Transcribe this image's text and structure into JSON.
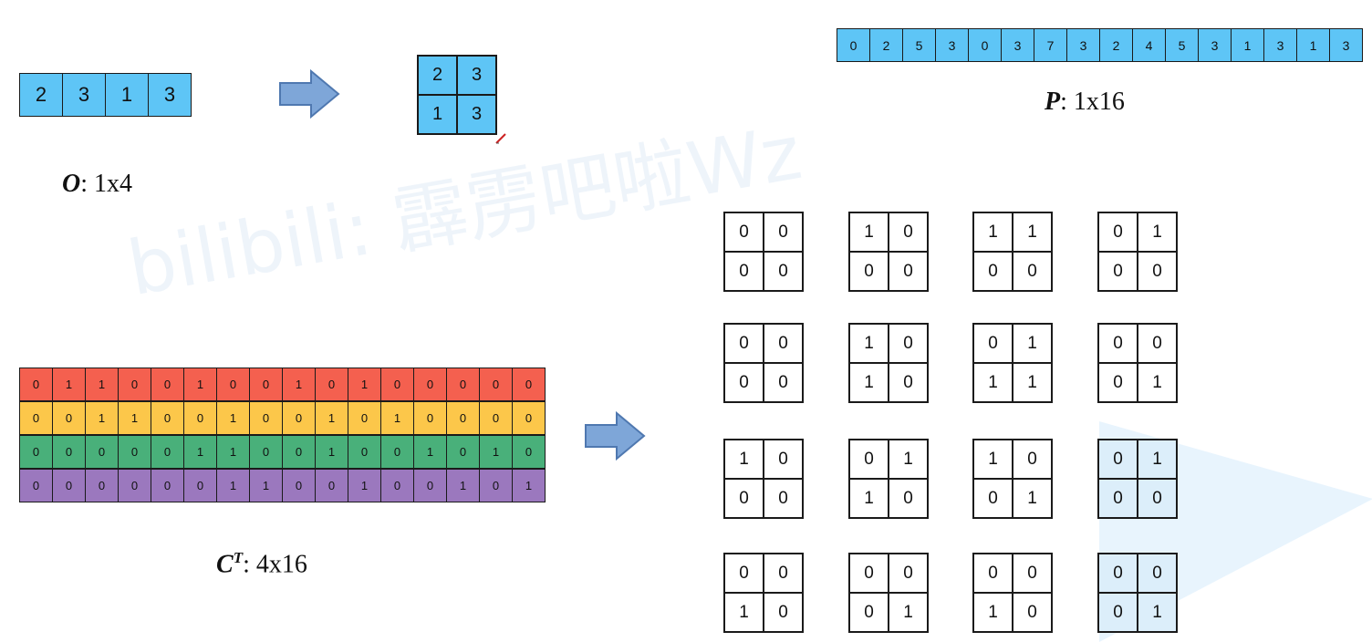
{
  "watermark": "bilibili: 霹雳吧啦Wz",
  "o_vector": {
    "label_bold": "O",
    "label_rest": ": 1x4",
    "values": [
      "2",
      "3",
      "1",
      "3"
    ]
  },
  "o_reshaped": {
    "values": [
      "2",
      "3",
      "1",
      "3"
    ]
  },
  "p_vector": {
    "label_bold": "P",
    "label_rest": ": 1x16",
    "values": [
      "0",
      "2",
      "5",
      "3",
      "0",
      "3",
      "7",
      "3",
      "2",
      "4",
      "5",
      "3",
      "1",
      "3",
      "1",
      "3"
    ]
  },
  "ct_matrix": {
    "label_bold": "C",
    "label_sup": "T",
    "label_rest": ": 4x16",
    "colors": [
      "#f4604f",
      "#fcc74a",
      "#49b07a",
      "#9b78be"
    ],
    "rows": [
      [
        "0",
        "1",
        "1",
        "0",
        "0",
        "1",
        "0",
        "0",
        "1",
        "0",
        "1",
        "0",
        "0",
        "0",
        "0",
        "0"
      ],
      [
        "0",
        "0",
        "1",
        "1",
        "0",
        "0",
        "1",
        "0",
        "0",
        "1",
        "0",
        "1",
        "0",
        "0",
        "0",
        "0"
      ],
      [
        "0",
        "0",
        "0",
        "0",
        "0",
        "1",
        "1",
        "0",
        "0",
        "1",
        "0",
        "0",
        "1",
        "0",
        "1",
        "0"
      ],
      [
        "0",
        "0",
        "0",
        "0",
        "0",
        "0",
        "1",
        "1",
        "0",
        "0",
        "1",
        "0",
        "0",
        "1",
        "0",
        "1"
      ]
    ]
  },
  "kernels": [
    [
      "0",
      "0",
      "0",
      "0"
    ],
    [
      "1",
      "0",
      "0",
      "0"
    ],
    [
      "1",
      "1",
      "0",
      "0"
    ],
    [
      "0",
      "1",
      "0",
      "0"
    ],
    [
      "0",
      "0",
      "0",
      "0"
    ],
    [
      "1",
      "0",
      "1",
      "0"
    ],
    [
      "0",
      "1",
      "1",
      "1"
    ],
    [
      "0",
      "0",
      "0",
      "1"
    ],
    [
      "1",
      "0",
      "0",
      "0"
    ],
    [
      "0",
      "1",
      "1",
      "0"
    ],
    [
      "1",
      "0",
      "0",
      "1"
    ],
    [
      "0",
      "1",
      "0",
      "0"
    ],
    [
      "0",
      "0",
      "1",
      "0"
    ],
    [
      "0",
      "0",
      "0",
      "1"
    ],
    [
      "0",
      "0",
      "1",
      "0"
    ],
    [
      "0",
      "0",
      "0",
      "1"
    ]
  ],
  "colors": {
    "cell_blue": "#5ec5f6",
    "arrow_fill": "#7ea6d8",
    "arrow_stroke": "#4f78b0"
  },
  "icons": {
    "reshape_arrow_top": "right-arrow-icon",
    "reshape_arrow_bottom": "right-arrow-icon"
  }
}
